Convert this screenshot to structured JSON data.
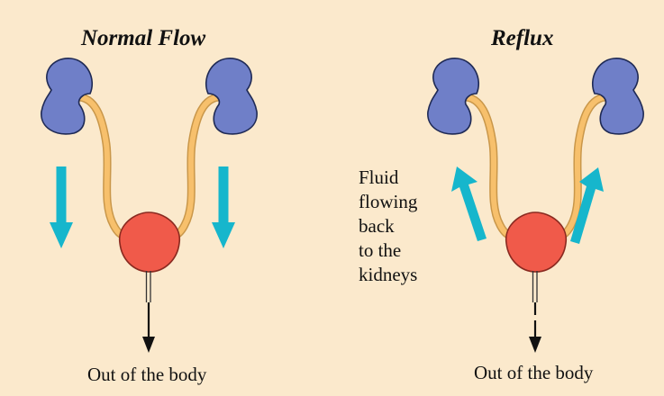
{
  "colors": {
    "background": "#fbe9cc",
    "kidney": "#6f7fc8",
    "ureter": "#f7c06c",
    "bladder": "#f05a4a",
    "flow_arrow": "#16b6cc",
    "exit_arrow": "#111111"
  },
  "panels": [
    {
      "title": "Normal Flow",
      "caption": "Out of the body",
      "flow_direction": "down"
    },
    {
      "title": "Reflux",
      "caption": "Out of the body",
      "flow_direction": "up",
      "annotation": [
        "Fluid",
        "flowing",
        "back",
        "to the",
        "kidneys"
      ]
    }
  ]
}
